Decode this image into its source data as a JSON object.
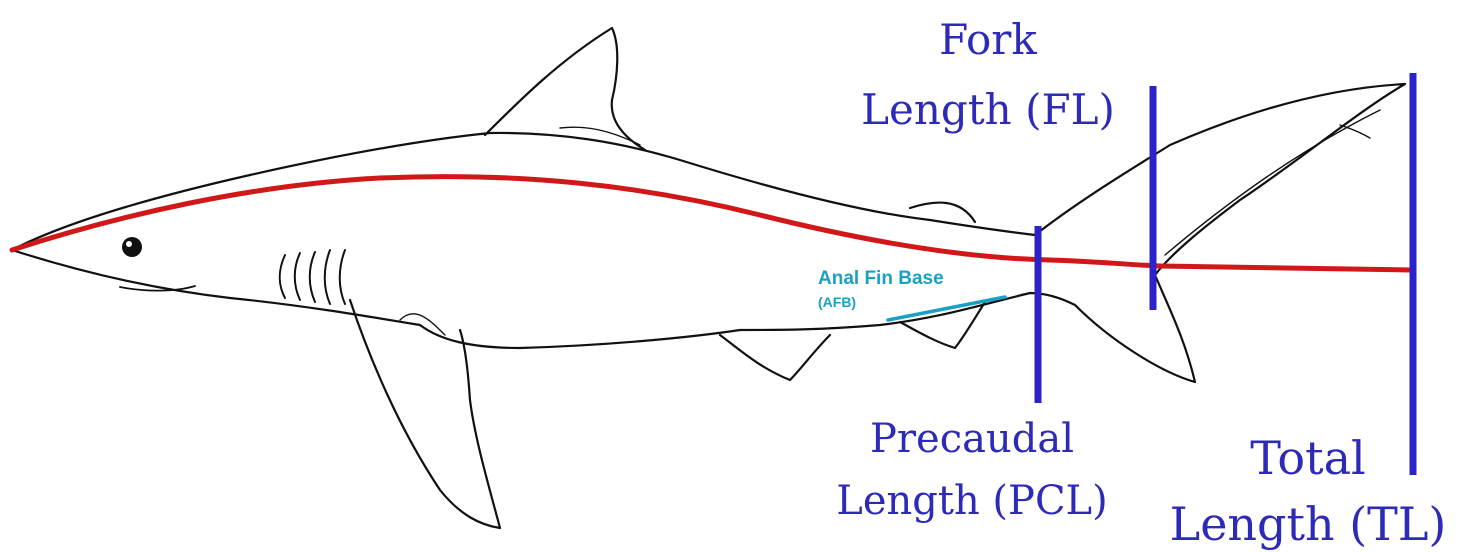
{
  "labels": {
    "fork_length": {
      "line1": "Fork",
      "line2": "Length (FL)"
    },
    "precaudal_length": {
      "line1": "Precaudal",
      "line2": "Length (PCL)"
    },
    "total_length": {
      "line1": "Total",
      "line2": "Length (TL)"
    },
    "anal_fin_base": {
      "line1": "Anal Fin Base",
      "line2": "(AFB)"
    }
  },
  "colors": {
    "measure_line": "#2b23c7",
    "body_curve": "#d01818",
    "anal_fin_base": "#1aa0c4",
    "outline": "#111111",
    "label_text": "#2e2ab8"
  }
}
